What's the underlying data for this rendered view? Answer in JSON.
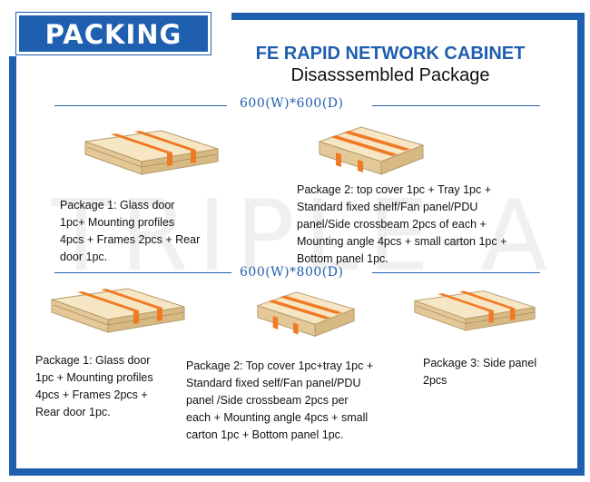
{
  "badge": {
    "label": "PACKING"
  },
  "header": {
    "title": "FE RAPID NETWORK CABINET",
    "subtitle": "Disasssembled Package"
  },
  "watermark": "TRIPLE-A",
  "colors": {
    "brand": "#1f5fb0",
    "box": "#f3dcb3",
    "strap": "#f07a24"
  },
  "sections": [
    {
      "dimension": "600(W)*600(D)",
      "packages": [
        {
          "box_icon": "flat-box-long",
          "text": "Package 1:  Glass door\n1pc+ Mounting profiles\n4pcs +  Frames 2pcs + Rear\ndoor 1pc."
        },
        {
          "box_icon": "flat-box-wide",
          "text": "Package 2: top cover 1pc + Tray 1pc +\nStandard fixed shelf/Fan panel/PDU\npanel/Side crossbeam 2pcs of each +\nMounting angle 4pcs + small carton 1pc +\nBottom panel 1pc."
        }
      ]
    },
    {
      "dimension": "600(W)*800(D)",
      "packages": [
        {
          "box_icon": "flat-box-long",
          "text": "Package 1: Glass door\n1pc + Mounting profiles\n4pcs + Frames 2pcs +\nRear door 1pc."
        },
        {
          "box_icon": "flat-box-wide",
          "text": "Package 2: Top cover 1pc+tray 1pc +\nStandard fixed self/Fan panel/PDU\npanel /Side crossbeam 2pcs per\neach  + Mounting angle 4pcs + small\ncarton 1pc + Bottom panel 1pc."
        },
        {
          "box_icon": "flat-box-long",
          "text": "Package 3: Side panel\n2pcs"
        }
      ]
    }
  ]
}
